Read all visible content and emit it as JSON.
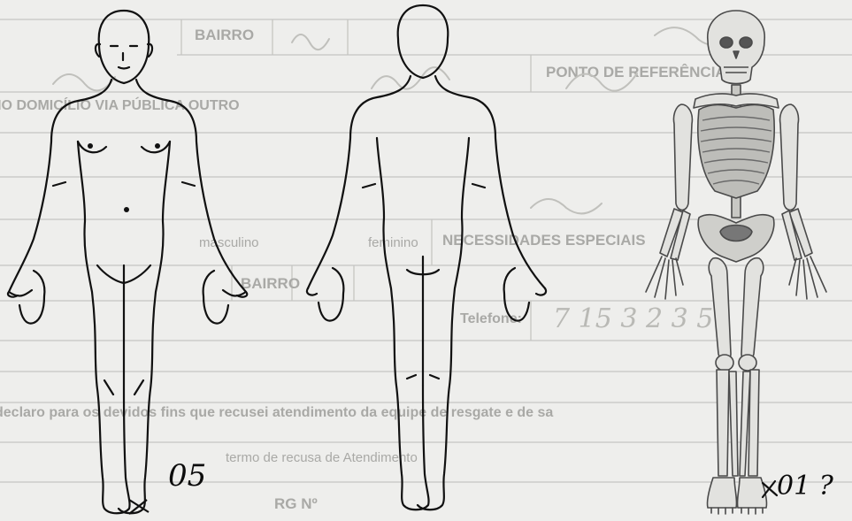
{
  "background_form": {
    "fields": {
      "bairro": "BAIRRO",
      "ponto_referencia": "PONTO DE REFERÊNCIA:",
      "via_publica": "NO DOMICÍLIO VIA PÚBLICA OUTRO",
      "masculino": "masculino",
      "feminino": "feminino",
      "necessidades": "NECESSIDADES ESPECIAIS",
      "bairro_2": "BAIRRO",
      "telefone": "Telefone:",
      "declaration": "declaro para os devidos fins que recusei atendimento da equipe de resgate e de sa",
      "atendimento": "termo de recusa de Atendimento",
      "rg": "RG Nº"
    },
    "ghost_handwriting": {
      "phone": "7   15   3 2 3 5"
    }
  },
  "annotations": {
    "front_figure_mark": "05",
    "skeleton_mark": "01 ?"
  },
  "figures": [
    "body-front",
    "body-back",
    "skeleton"
  ]
}
